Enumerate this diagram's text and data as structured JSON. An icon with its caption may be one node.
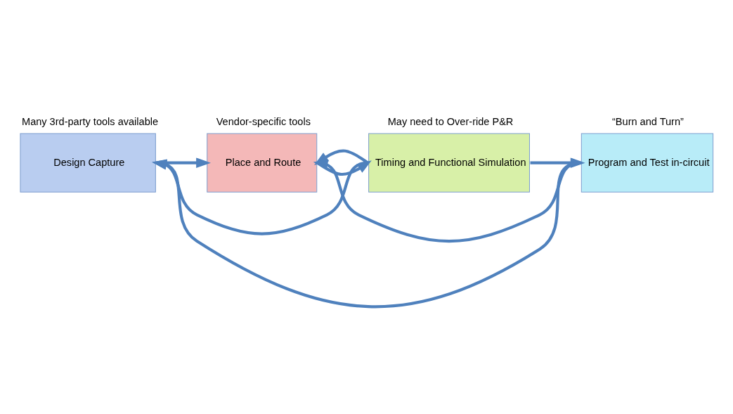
{
  "diagram": {
    "nodes": [
      {
        "text": [
          "Design Capture"
        ],
        "beside": [
          "Many 3rd-party tools available"
        ]
      },
      {
        "text": [
          "Place and Route"
        ],
        "beside": [
          "Vendor-specific tools"
        ]
      },
      {
        "text": [
          "Timing and Functional Simulation"
        ],
        "beside": [
          "May need to Over-ride P&R"
        ]
      },
      {
        "text": [
          "Program and Test in-circuit"
        ],
        "beside": [
          "“Burn and Turn”"
        ]
      }
    ],
    "edges": [
      {
        "from": 0,
        "to": 1,
        "arrow": "to"
      },
      {
        "from": 1,
        "to": 2,
        "arrow": "to"
      },
      {
        "from": 2,
        "to": 3,
        "arrow": "to"
      },
      {
        "from": 2,
        "to": 0,
        "arrow": "to"
      },
      {
        "from": 2,
        "to": 1,
        "arrow": "to"
      },
      {
        "from": 3,
        "to": 1,
        "arrow": "to"
      },
      {
        "from": 3,
        "to": 0,
        "arrow": "to"
      }
    ]
  }
}
